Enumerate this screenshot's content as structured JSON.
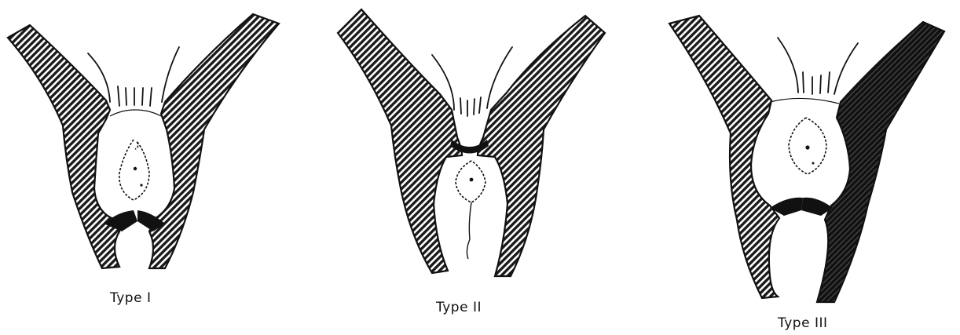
{
  "figure": {
    "panels": [
      {
        "caption": "Type I"
      },
      {
        "caption": "Type II"
      },
      {
        "caption": "Type III"
      }
    ]
  },
  "style": {
    "ink": "#111111",
    "hatch": "#1a1a1a",
    "background": "#ffffff"
  }
}
